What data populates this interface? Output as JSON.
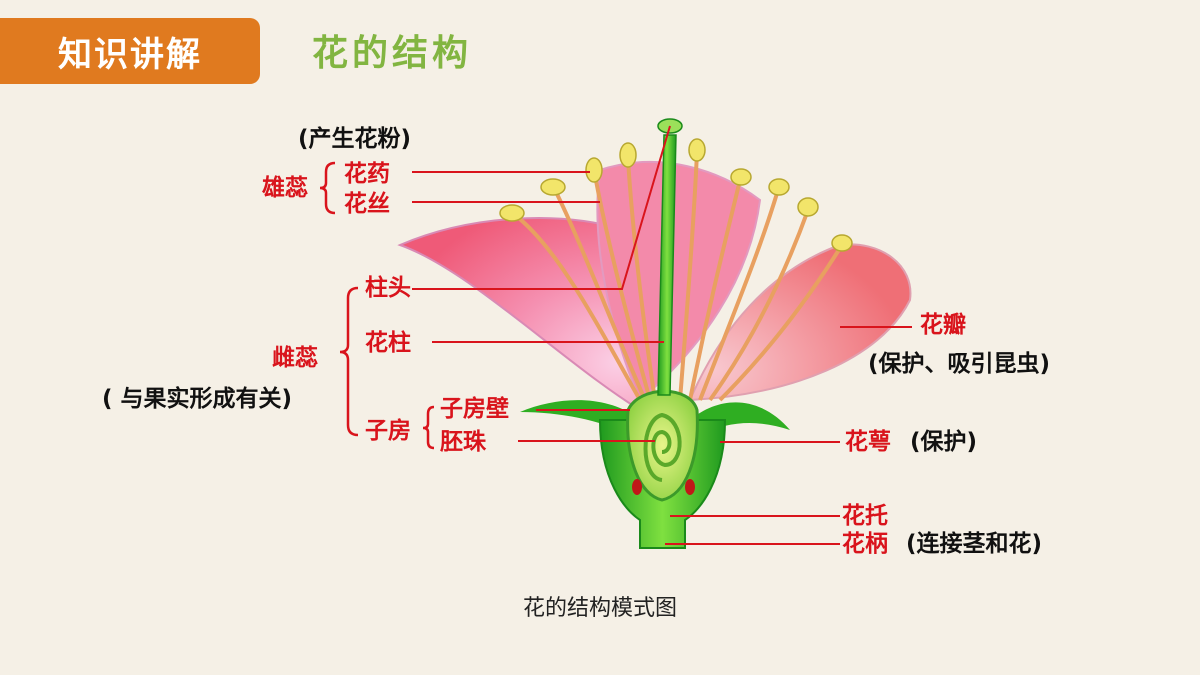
{
  "header": {
    "badge": "知识讲解",
    "title": "花的结构"
  },
  "labels": {
    "pollen_note": "(产生花粉)",
    "stamen": "雄蕊",
    "anther": "花药",
    "filament": "花丝",
    "stigma": "柱头",
    "pistil": "雌蕊",
    "pistil_note": "( 与果实形成有关)",
    "style": "花柱",
    "ovary": "子房",
    "ovary_wall": "子房壁",
    "ovule": "胚珠",
    "petal": "花瓣",
    "petal_note": "(保护、吸引昆虫)",
    "sepal": "花萼",
    "sepal_note": "(保护)",
    "receptacle": "花托",
    "pedicel": "花柄",
    "pedicel_note": "(连接茎和花)"
  },
  "caption": "花的结构模式图",
  "colors": {
    "badge": "#e07a1f",
    "title": "#82b541",
    "label_red": "#d9141c",
    "petal": "#f0707a",
    "stem_green": "#3dbb2a",
    "anther_yellow": "#f2e56a"
  }
}
